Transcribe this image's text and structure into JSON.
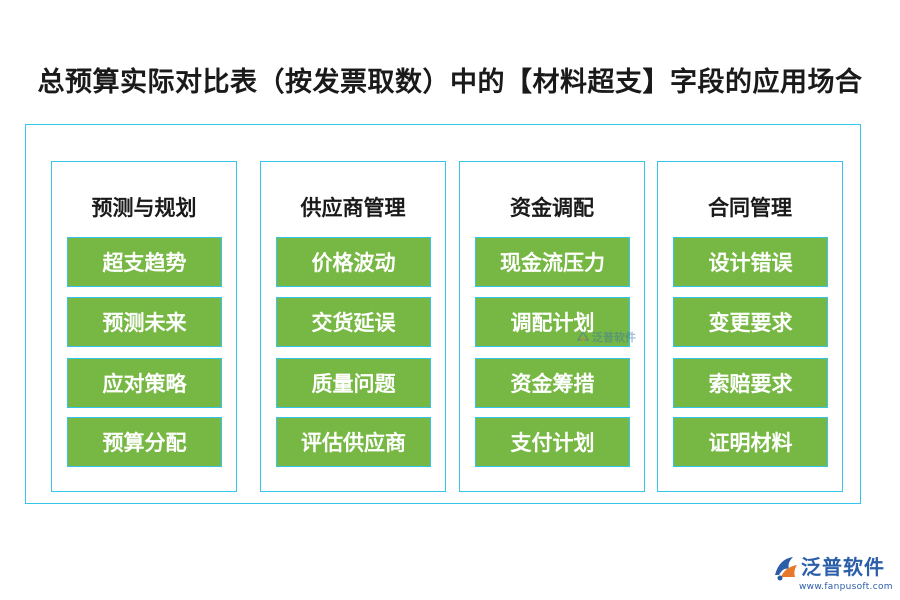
{
  "title": "总预算实际对比表（按发票取数）中的【材料超支】字段的应用场合",
  "colors": {
    "frame_border": "#35c4ea",
    "item_fill": "#76b843",
    "item_text": "#ffffff",
    "logo": "#2b5ea8"
  },
  "columns": [
    {
      "heading": "预测与规划",
      "items": [
        "超支趋势",
        "预测未来",
        "应对策略",
        "预算分配"
      ]
    },
    {
      "heading": "供应商管理",
      "items": [
        "价格波动",
        "交货延误",
        "质量问题",
        "评估供应商"
      ]
    },
    {
      "heading": "资金调配",
      "items": [
        "现金流压力",
        "调配计划",
        "资金筹措",
        "支付计划"
      ]
    },
    {
      "heading": "合同管理",
      "items": [
        "设计错误",
        "变更要求",
        "索赔要求",
        "证明材料"
      ]
    }
  ],
  "watermark": {
    "center_text": "泛普软件",
    "logo_text": "泛普软件",
    "logo_url": "www.fanpusoft.com",
    "logo_icon": "fanpu-logo-icon"
  }
}
